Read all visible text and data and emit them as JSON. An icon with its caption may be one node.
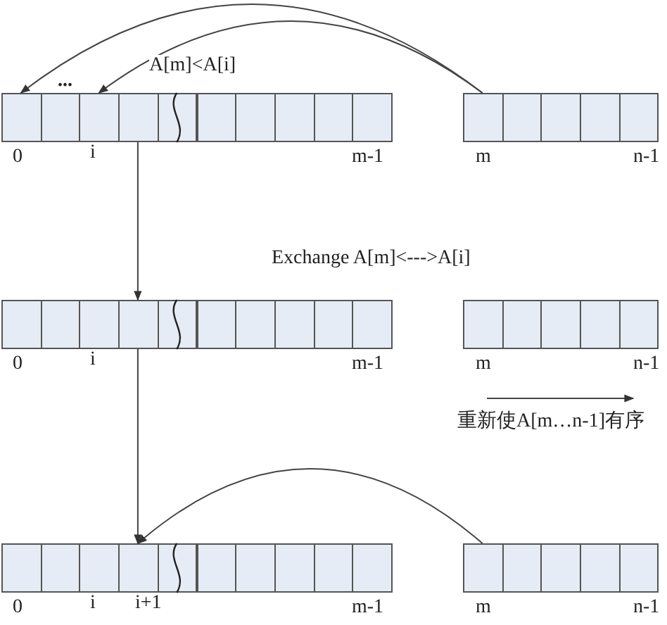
{
  "diagram": {
    "nodes": [
      {
        "text": [],
        "shape": "box"
      },
      {
        "text": [],
        "shape": "box"
      },
      {
        "text": [],
        "shape": "box"
      },
      {
        "text": [],
        "shape": "box"
      },
      {
        "text": [],
        "shape": "box"
      },
      {
        "text": [],
        "shape": "box"
      },
      {
        "text": [],
        "shape": "box"
      },
      {
        "text": [],
        "shape": "box"
      },
      {
        "text": [],
        "shape": "box"
      },
      {
        "text": [],
        "shape": "box"
      },
      {
        "text": [],
        "shape": "box"
      },
      {
        "text": [],
        "shape": "box"
      },
      {
        "text": [],
        "shape": "box"
      },
      {
        "text": [],
        "shape": "box"
      },
      {
        "text": [],
        "shape": "box"
      },
      {
        "text": [],
        "shape": "box"
      },
      {
        "text": [],
        "shape": "box"
      },
      {
        "text": [],
        "shape": "box"
      },
      {
        "text": [],
        "shape": "box"
      },
      {
        "text": [],
        "shape": "box"
      },
      {
        "text": [],
        "shape": "box"
      },
      {
        "text": [],
        "shape": "box"
      },
      {
        "text": [],
        "shape": "box"
      },
      {
        "text": [],
        "shape": "box"
      },
      {
        "text": [],
        "shape": "box"
      },
      {
        "text": [],
        "shape": "box"
      },
      {
        "text": [],
        "shape": "box"
      },
      {
        "text": [],
        "shape": "box"
      },
      {
        "text": [],
        "shape": "box"
      },
      {
        "text": [],
        "shape": "box"
      },
      {
        "text": [],
        "shape": "box"
      },
      {
        "text": [],
        "shape": "box"
      },
      {
        "text": [],
        "shape": "box"
      },
      {
        "text": [],
        "shape": "box"
      },
      {
        "text": [],
        "shape": "box"
      },
      {
        "text": [],
        "shape": "box"
      },
      {
        "text": [],
        "shape": "box"
      },
      {
        "text": [],
        "shape": "box"
      },
      {
        "text": [],
        "shape": "box"
      },
      {
        "text": [],
        "shape": "box"
      },
      {
        "text": [],
        "shape": "box"
      },
      {
        "text": [],
        "shape": "box"
      },
      {
        "text": [],
        "shape": "box"
      },
      {
        "text": [],
        "shape": "box"
      },
      {
        "text": [],
        "shape": "box"
      }
    ],
    "edges": [
      {
        "from": 10,
        "to": 0,
        "arrow": "to"
      },
      {
        "from": 10,
        "to": 2,
        "arrow": "to",
        "label": "A[m]<A[i]"
      },
      {
        "from": 3,
        "to": 18,
        "arrow": "to"
      },
      {
        "from": 18,
        "to": 33,
        "arrow": "to"
      },
      {
        "from": 40,
        "to": 33,
        "arrow": "to"
      }
    ],
    "labels": [
      "...",
      "0",
      "i",
      "m-1",
      "m",
      "n-1",
      "Exchange A[m]<--->A[i]",
      "0",
      "i",
      "m-1",
      "m",
      "n-1",
      "重新使A[m…n-1]有序",
      "0",
      "i",
      "i+1",
      "m-1",
      "m",
      "n-1"
    ]
  }
}
